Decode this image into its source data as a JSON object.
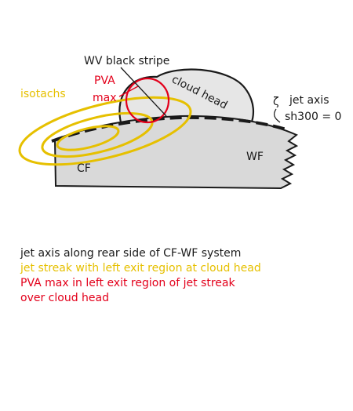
{
  "labels": {
    "wv_black_stripe": "WV black stripe",
    "pva_line1": "PVA",
    "pva_line2": "max",
    "cloud_head": "cloud head",
    "isotachs": "isotachs",
    "zeta": "ζ",
    "jet_axis": "jet axis",
    "sh300": "sh300 = 0",
    "cf": "CF",
    "wf": "WF"
  },
  "legend": {
    "line1": "jet axis along rear side of CF-WF system",
    "line2": "jet streak with left exit region at cloud head",
    "line3": "PVA max in left exit region of jet streak",
    "line4": "over cloud head"
  },
  "colors": {
    "red": "#e3001b",
    "yellow": "#e6c000",
    "frontal_zone_fill": "#d9d9d9",
    "cloud_head_fill": "#e6e6e6",
    "outline": "#1a1a1a"
  }
}
